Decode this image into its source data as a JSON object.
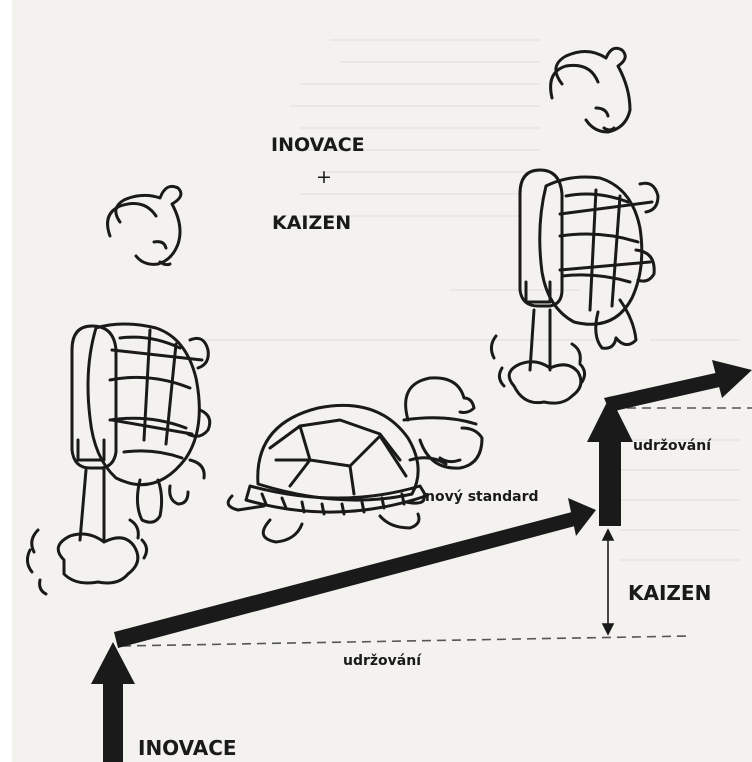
{
  "title": {
    "line1": "INOVACE",
    "plus": "+",
    "line2": "KAIZEN"
  },
  "labels": {
    "novy_standard": "nový standard",
    "udrzovani_upper": "udržování",
    "kaizen": "KAIZEN",
    "udrzovani_lower": "udržování",
    "inovace": "INOVACE"
  },
  "colors": {
    "ink": "#1a1a1a",
    "paper": "#f3f2ee",
    "dash": "#555555"
  },
  "figures": [
    "turtle-jetpack-left",
    "turtle-walking",
    "turtle-jetpack-right"
  ]
}
